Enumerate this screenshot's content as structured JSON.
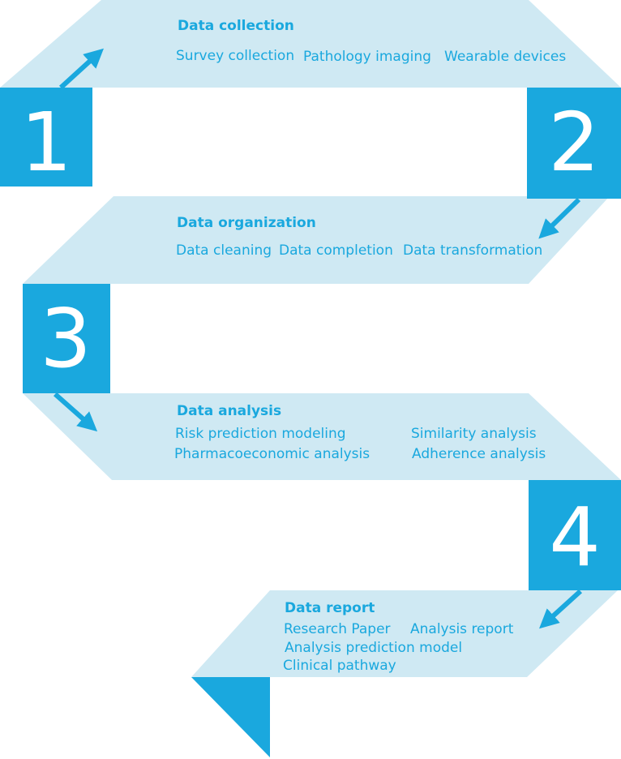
{
  "colors": {
    "ribbon": "#cfe9f3",
    "accent": "#1aa8de",
    "number": "#ffffff"
  },
  "steps": [
    {
      "number": "1",
      "title": "Data collection",
      "items": [
        "Survey collection",
        "Pathology imaging",
        "Wearable devices"
      ]
    },
    {
      "number": "2",
      "title": "Data organization",
      "items": [
        "Data cleaning",
        "Data completion",
        "Data transformation"
      ]
    },
    {
      "number": "3",
      "title": "Data analysis",
      "items": [
        "Risk prediction modeling",
        "Similarity analysis",
        "Pharmacoeconomic analysis",
        "Adherence analysis"
      ]
    },
    {
      "number": "4",
      "title": "Data report",
      "items": [
        "Research Paper",
        "Analysis report",
        "Analysis prediction model",
        "Clinical pathway"
      ]
    }
  ]
}
